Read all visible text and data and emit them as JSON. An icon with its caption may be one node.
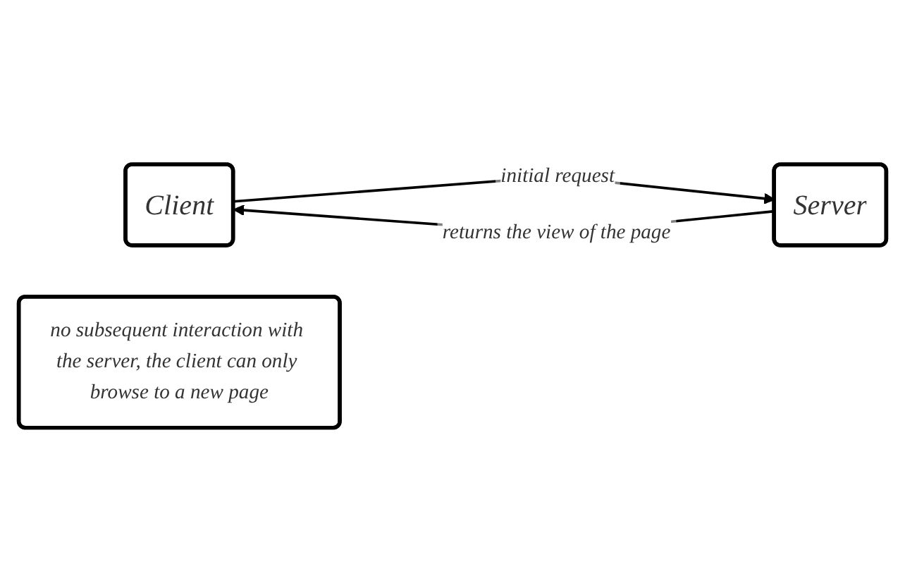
{
  "diagram": {
    "nodes": [
      {
        "text": [
          "Client"
        ]
      },
      {
        "text": [
          "Server"
        ]
      },
      {
        "text": [
          "no subsequent interaction with the server, the client can only browse to a new page"
        ]
      }
    ],
    "edges": [
      {
        "from": 0,
        "to": 1,
        "arrow": "to",
        "label": "initial request"
      },
      {
        "from": 1,
        "to": 0,
        "arrow": "to",
        "label": "returns the view of the page"
      }
    ]
  }
}
